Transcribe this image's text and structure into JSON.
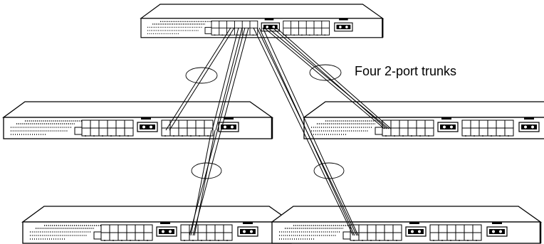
{
  "caption": "Four 2-port trunks",
  "switches": [
    {
      "name": "switch-top"
    },
    {
      "name": "switch-middle-left"
    },
    {
      "name": "switch-middle-right"
    },
    {
      "name": "switch-bottom-left"
    },
    {
      "name": "switch-bottom-right"
    }
  ],
  "trunks": [
    {
      "name": "trunk-top-to-middle-left"
    },
    {
      "name": "trunk-top-to-middle-right"
    },
    {
      "name": "trunk-top-to-bottom-left"
    },
    {
      "name": "trunk-top-to-bottom-right"
    }
  ],
  "colors": {
    "stroke": "#000000",
    "fill": "#ffffff",
    "dark": "#000000"
  }
}
